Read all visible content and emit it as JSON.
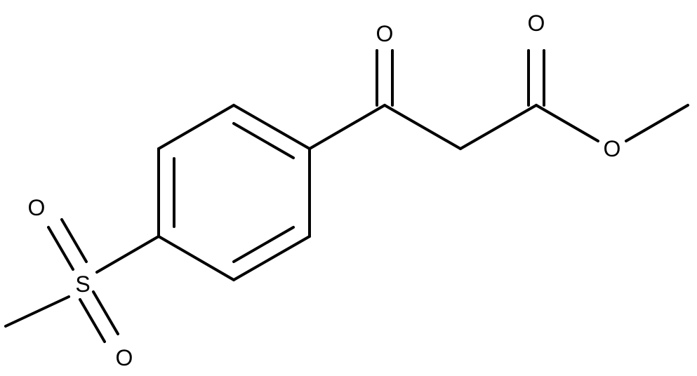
{
  "molecule": {
    "atoms": [
      {
        "id": "o_ketone",
        "label": "O"
      },
      {
        "id": "o_ester_carbonyl",
        "label": "O"
      },
      {
        "id": "o_ester",
        "label": "O"
      },
      {
        "id": "s",
        "label": "S"
      },
      {
        "id": "o_sulfonyl_top",
        "label": "O"
      },
      {
        "id": "o_sulfonyl_bottom",
        "label": "O"
      }
    ],
    "colors": {
      "bond": "#000000",
      "label": "#000000",
      "background": "#ffffff"
    }
  }
}
